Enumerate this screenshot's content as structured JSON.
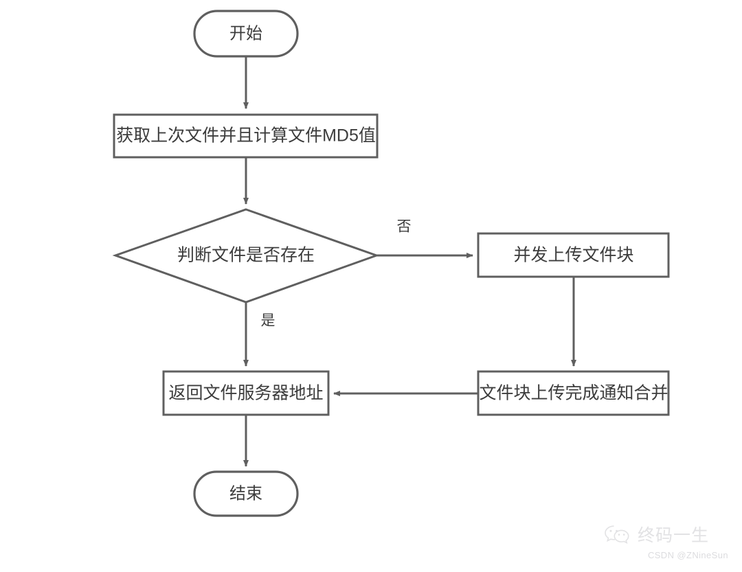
{
  "diagram": {
    "type": "flowchart",
    "direction": "top-to-bottom",
    "background_color": "#ffffff",
    "stroke_color": "#5f5f5f",
    "text_color": "#3c3c3c",
    "nodes": [
      {
        "id": "start",
        "shape": "terminator",
        "label": "开始"
      },
      {
        "id": "hash",
        "shape": "process",
        "label": "获取上次文件并且计算文件MD5值"
      },
      {
        "id": "decision",
        "shape": "decision",
        "label": "判断文件是否存在"
      },
      {
        "id": "upload",
        "shape": "process",
        "label": "并发上传文件块"
      },
      {
        "id": "merge",
        "shape": "process",
        "label": "文件块上传完成通知合并"
      },
      {
        "id": "return",
        "shape": "process",
        "label": "返回文件服务器地址"
      },
      {
        "id": "end",
        "shape": "terminator",
        "label": "结束"
      }
    ],
    "edges": [
      {
        "from": "start",
        "to": "hash",
        "label": ""
      },
      {
        "from": "hash",
        "to": "decision",
        "label": ""
      },
      {
        "from": "decision",
        "to": "upload",
        "label": "否"
      },
      {
        "from": "decision",
        "to": "return",
        "label": "是"
      },
      {
        "from": "upload",
        "to": "merge",
        "label": ""
      },
      {
        "from": "merge",
        "to": "return",
        "label": ""
      },
      {
        "from": "return",
        "to": "end",
        "label": ""
      }
    ]
  },
  "watermark": {
    "icon": "wechat-icon",
    "brand": "终码一生",
    "credit": "CSDN @ZNineSun",
    "color": "#e2e2e4"
  }
}
